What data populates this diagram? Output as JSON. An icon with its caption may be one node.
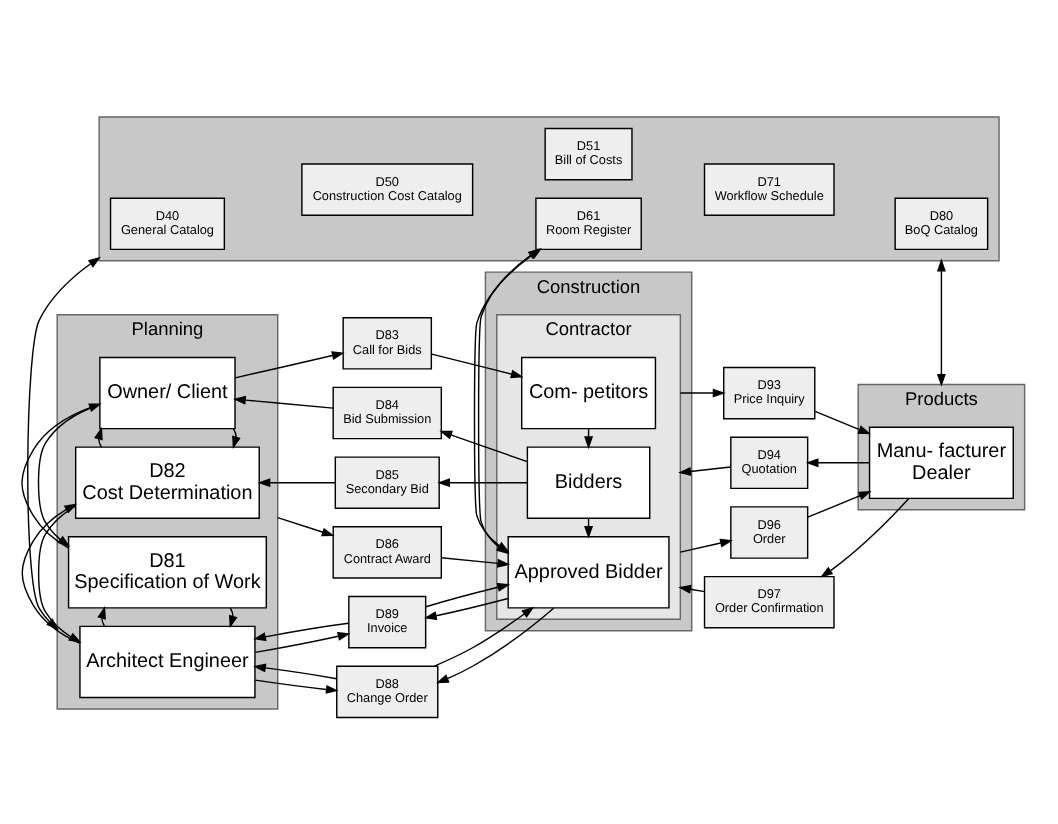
{
  "diagram": {
    "nodes": [
      {
        "text": [
          "Planning"
        ]
      },
      {
        "text": [
          "Owner/ Client"
        ],
        "in": 0
      },
      {
        "text": [
          "D81",
          "Specification of Work"
        ],
        "in": 0
      },
      {
        "text": [
          "D82",
          "Cost Determination"
        ],
        "in": 0
      },
      {
        "text": [
          "Architect Engineer"
        ],
        "in": 0
      },
      {
        "text": [
          "Construction"
        ]
      },
      {
        "text": [
          "Contractor"
        ],
        "in": 5
      },
      {
        "text": [
          "Com- petitors"
        ],
        "in": 6
      },
      {
        "text": [
          "Bidders"
        ],
        "in": 6
      },
      {
        "text": [
          "Approved Bidder"
        ],
        "in": 6
      },
      {
        "text": [
          "Products"
        ]
      },
      {
        "text": [
          "Manu- facturer",
          "Dealer"
        ],
        "in": 10
      },
      {
        "text": [
          "D83",
          "Call for Bids"
        ]
      },
      {
        "text": [
          "D84",
          "Bid Submission"
        ]
      },
      {
        "text": [
          "D85",
          "Secondary Bid"
        ]
      },
      {
        "text": [
          "D86",
          "Contract Award"
        ]
      },
      {
        "text": [
          "D88",
          "Change Order"
        ]
      },
      {
        "text": [
          "D89",
          "Invoice"
        ]
      },
      {
        "text": [
          "D93",
          "Price Inquiry"
        ]
      },
      {
        "text": [
          "D94",
          "Quotation"
        ]
      },
      {
        "text": [
          "D96",
          "Order"
        ]
      },
      {
        "text": [
          "D97",
          "Order Confirmation"
        ]
      },
      {
        "text": [],
        "shape": "box"
      },
      {
        "text": [
          "D40",
          "General Catalog"
        ],
        "in": 22
      },
      {
        "text": [
          "D50",
          "Construction Cost Catalog"
        ],
        "in": 22
      },
      {
        "text": [
          "D51",
          "Bill of Costs"
        ],
        "in": 22
      },
      {
        "text": [
          "D61",
          "Room Register"
        ],
        "in": 22
      },
      {
        "text": [
          "D71",
          "Workflow Schedule"
        ],
        "in": 22
      },
      {
        "text": [
          "D80",
          "BoQ Catalog"
        ],
        "in": 22
      }
    ],
    "edges": [
      {
        "from": 1,
        "to": 12,
        "arrow": "to"
      },
      {
        "from": 12,
        "to": 7,
        "arrow": "to"
      },
      {
        "from": 8,
        "to": 13,
        "arrow": "to"
      },
      {
        "from": 13,
        "to": 1,
        "arrow": "to"
      },
      {
        "from": 8,
        "to": 14,
        "arrow": "to"
      },
      {
        "from": 14,
        "to": 3,
        "arrow": "to"
      },
      {
        "from": 1,
        "to": 2,
        "arrow": "to"
      },
      {
        "from": 2,
        "to": 1,
        "arrow": "to"
      },
      {
        "from": 1,
        "to": 3,
        "arrow": "to"
      },
      {
        "from": 3,
        "to": 1,
        "arrow": "to"
      },
      {
        "from": 2,
        "to": 4,
        "arrow": "to"
      },
      {
        "from": 4,
        "to": 2,
        "arrow": "to"
      },
      {
        "from": 3,
        "to": 4,
        "arrow": "to"
      },
      {
        "from": 4,
        "to": 3,
        "arrow": "to"
      },
      {
        "from": 0,
        "to": 15,
        "arrow": "to"
      },
      {
        "from": 15,
        "to": 9,
        "arrow": "to"
      },
      {
        "from": 9,
        "to": 16,
        "arrow": "to"
      },
      {
        "from": 16,
        "to": 4,
        "arrow": "to"
      },
      {
        "from": 4,
        "to": 16,
        "arrow": "to"
      },
      {
        "from": 16,
        "to": 9,
        "arrow": "to"
      },
      {
        "from": 4,
        "to": 17,
        "arrow": "to"
      },
      {
        "from": 17,
        "to": 9,
        "arrow": "to"
      },
      {
        "from": 9,
        "to": 17,
        "arrow": "to"
      },
      {
        "from": 17,
        "to": 4,
        "arrow": "to"
      },
      {
        "from": 7,
        "to": 8,
        "arrow": "to"
      },
      {
        "from": 8,
        "to": 9,
        "arrow": "to"
      },
      {
        "from": 6,
        "to": 18,
        "arrow": "to"
      },
      {
        "from": 18,
        "to": 11,
        "arrow": "to"
      },
      {
        "from": 11,
        "to": 19,
        "arrow": "to"
      },
      {
        "from": 19,
        "to": 6,
        "arrow": "to"
      },
      {
        "from": 6,
        "to": 20,
        "arrow": "to"
      },
      {
        "from": 20,
        "to": 11,
        "arrow": "to"
      },
      {
        "from": 11,
        "to": 21,
        "arrow": "to"
      },
      {
        "from": 21,
        "to": 6,
        "arrow": "to"
      },
      {
        "from": 0,
        "to": 22,
        "arrow": "both"
      },
      {
        "from": 5,
        "to": 22,
        "arrow": "both"
      },
      {
        "from": 10,
        "to": 22,
        "arrow": "both"
      }
    ]
  }
}
